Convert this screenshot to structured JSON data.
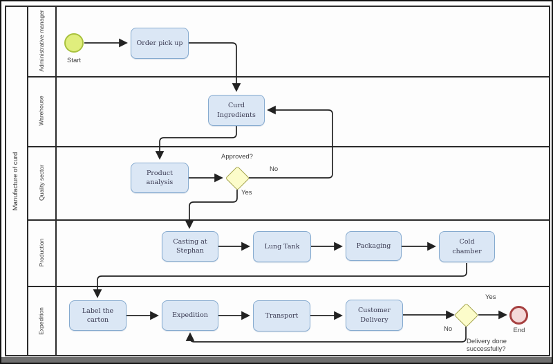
{
  "pool": {
    "title": "Manufacture of curd"
  },
  "lanes": [
    {
      "label": "Administrative manager"
    },
    {
      "label": "Warehouse"
    },
    {
      "label": "Quality sector"
    },
    {
      "label": "Production"
    },
    {
      "label": "Expedition"
    }
  ],
  "nodes": {
    "start": "Start",
    "order_pick_up": "Order pick up",
    "curd_ingredients": "Curd Ingredients",
    "product_analysis": "Product analysis",
    "gateway_approved": "Approved?",
    "casting_at_stephan": "Casting at Stephan",
    "lung_tank": "Lung Tank",
    "packaging": "Packaging",
    "cold_chamber": "Cold chamber",
    "label_the_carton": "Label the carton",
    "expedition": "Expedition",
    "transport": "Transport",
    "customer_delivery": "Customer Delivery",
    "gateway_delivery": "Delivery done successfully?",
    "end": "End"
  },
  "edge_labels": {
    "approved_no": "No",
    "approved_yes": "Yes",
    "delivery_yes": "Yes",
    "delivery_no": "No"
  },
  "colors": {
    "task_fill": "#dbe7f5",
    "task_border": "#85aacf",
    "gateway_fill": "#fcfcca",
    "gateway_border": "#a3a34c",
    "start_fill": "#e0ee7d",
    "start_border": "#a9c23f",
    "end_fill": "#f4d8d8",
    "end_border": "#a64040",
    "line": "#222222"
  }
}
